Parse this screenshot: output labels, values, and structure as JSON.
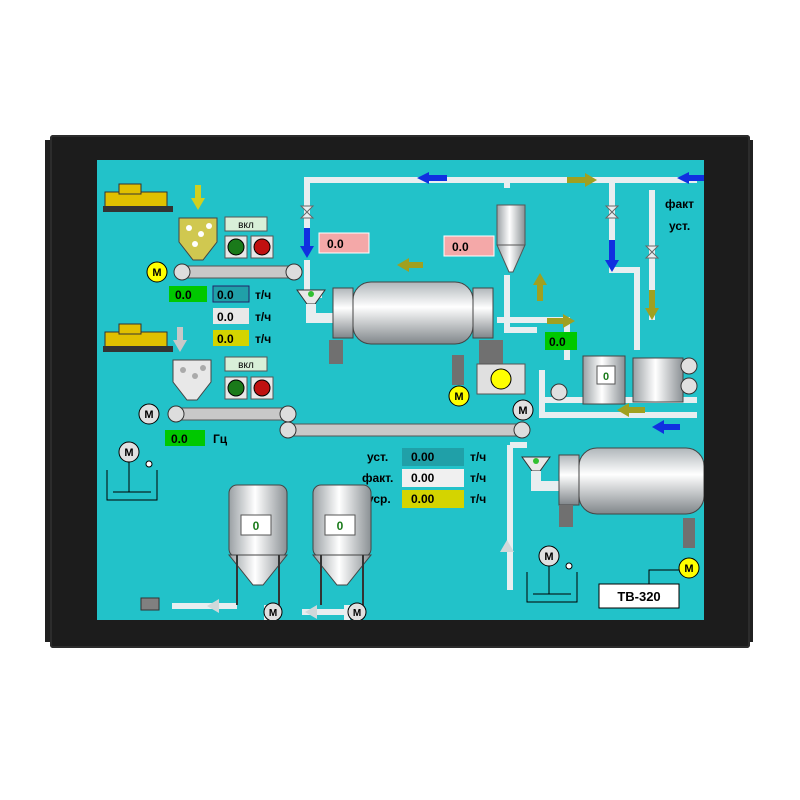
{
  "device": {
    "model_label": "ТВ-320"
  },
  "line1": {
    "status_label": "вкл",
    "motor_label": "M",
    "flow_value": "0.0",
    "rate_value": "0.0",
    "rate_unit": "т/ч",
    "rate2_value": "0.0",
    "rate2_unit": "т/ч",
    "rate3_value": "0.0",
    "rate3_unit": "т/ч"
  },
  "line2": {
    "status_label": "вкл",
    "motor_label": "M",
    "freq_value": "0.0",
    "freq_unit": "Гц"
  },
  "mill1": {
    "temp_in": "0.0",
    "temp_out": "0.0"
  },
  "tank": {
    "level_a": "0.0",
    "level_b": "0"
  },
  "silos": {
    "silo1_value": "0",
    "silo2_value": "0"
  },
  "setpoint": {
    "ust_label": "уст.",
    "ust_value": "0.00",
    "ust_unit": "т/ч",
    "fact_label": "факт.",
    "fact_value": "0.00",
    "fact_unit": "т/ч",
    "usr_label": "уср.",
    "usr_value": "0.00",
    "usr_unit": "т/ч"
  },
  "right_panel": {
    "fact_label": "факт",
    "ust_label": "уст."
  },
  "motors": {
    "label": "M"
  },
  "colors": {
    "screen": "#22c2c9",
    "pipe": "#e8eef0",
    "green_box": "#00c800",
    "teal_box": "#20a0a8",
    "yellow_box": "#d4d400",
    "pink_box": "#f4a8a8"
  }
}
